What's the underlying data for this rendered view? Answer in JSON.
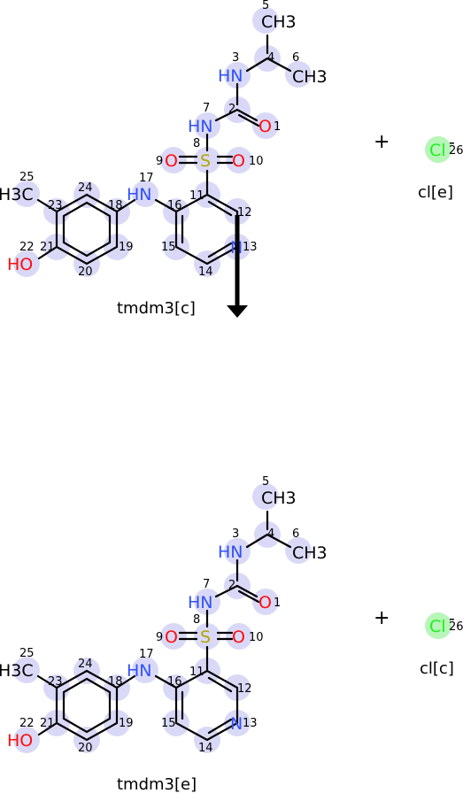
{
  "panels": [
    {
      "molecule_label": "tmdm3[c]",
      "ion_label": "cl[e]",
      "plus": "+",
      "atoms": {
        "C5": "CH3",
        "C6": "CH3",
        "N3": "HN",
        "O1": "O",
        "N7": "HN",
        "S8": "S",
        "O9": "O",
        "O10": "O",
        "N17": "HN",
        "N13": "N",
        "C25": "H3C",
        "O22": "HO",
        "Cl26": "Cl",
        "charge": "-"
      },
      "indices": {
        "i1": "1",
        "i2": "2",
        "i3": "3",
        "i4": "4",
        "i5": "5",
        "i6": "6",
        "i7": "7",
        "i8": "8",
        "i9": "9",
        "i10": "10",
        "i11": "11",
        "i12": "12",
        "i13": "13",
        "i14": "14",
        "i15": "15",
        "i16": "16",
        "i17": "17",
        "i18": "18",
        "i19": "19",
        "i20": "20",
        "i21": "21",
        "i22": "22",
        "i23": "23",
        "i24": "24",
        "i25": "25",
        "i26": "26"
      }
    },
    {
      "molecule_label": "tmdm3[e]",
      "ion_label": "cl[c]",
      "plus": "+",
      "atoms": {
        "C5": "CH3",
        "C6": "CH3",
        "N3": "HN",
        "O1": "O",
        "N7": "HN",
        "S8": "S",
        "O9": "O",
        "O10": "O",
        "N17": "HN",
        "N13": "N",
        "C25": "H3C",
        "O22": "HO",
        "Cl26": "Cl",
        "charge": "-"
      },
      "indices": {
        "i1": "1",
        "i2": "2",
        "i3": "3",
        "i4": "4",
        "i5": "5",
        "i6": "6",
        "i7": "7",
        "i8": "8",
        "i9": "9",
        "i10": "10",
        "i11": "11",
        "i12": "12",
        "i13": "13",
        "i14": "14",
        "i15": "15",
        "i16": "16",
        "i17": "17",
        "i18": "18",
        "i19": "19",
        "i20": "20",
        "i21": "21",
        "i22": "22",
        "i23": "23",
        "i24": "24",
        "i25": "25",
        "i26": "26"
      }
    }
  ],
  "colors": {
    "nitrogen": "#3050f8",
    "oxygen": "#ff0d0d",
    "sulfur": "#b2a600",
    "chlorine": "#1ff01f",
    "highlight": "#d9d9f7",
    "chlorine_highlight": "#b8f5b8"
  }
}
